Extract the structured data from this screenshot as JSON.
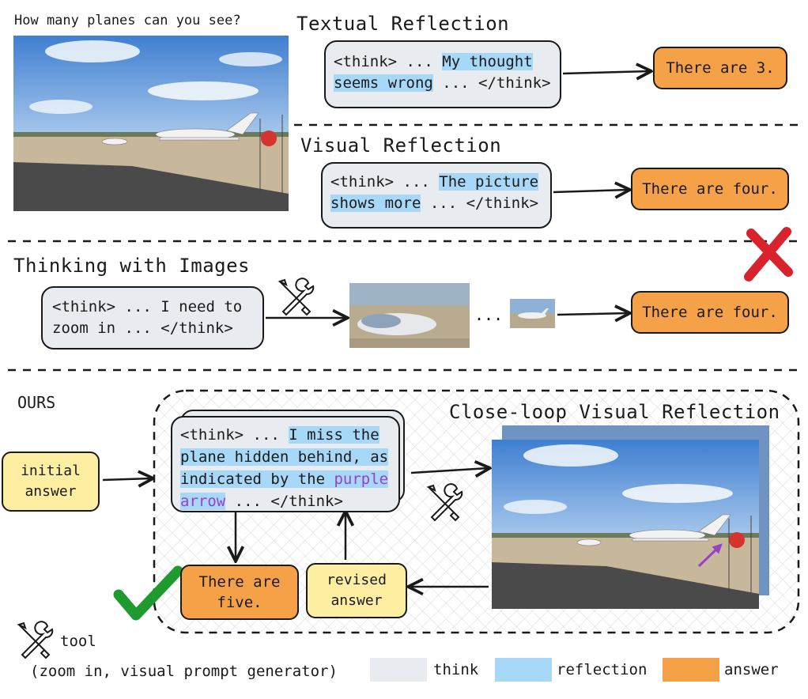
{
  "question": "How many planes can you see?",
  "textual": {
    "title": "Textual Reflection",
    "think_a": "<think> ... ",
    "think_hl": "My thought",
    "think_b_hl": "seems wrong",
    "think_c": " ... </think>",
    "answer": "There are 3."
  },
  "visual": {
    "title": "Visual Reflection",
    "think_a": "<think> ... ",
    "think_hl": "The picture",
    "think_b_hl": "shows more",
    "think_c": " ... </think>",
    "answer": "There are four."
  },
  "images": {
    "title": "Thinking with Images",
    "think_line1": "<think> ... I need  to",
    "think_line2": "zoom in ... </think>",
    "ellipsis": "...",
    "answer": "There are four."
  },
  "ours": {
    "label": "OURS",
    "loop_title": "Close-loop Visual Reflection",
    "initial_answer": "initial\nanswer",
    "think_a": "<think> ... ",
    "think_hl1": "I miss the",
    "think_hl2": "plane hidden behind, as",
    "think_hl3": "indicated by the ",
    "think_purple1": "purple",
    "think_purple2": "arrow",
    "think_end": " ... </think>",
    "final_answer": "There are\nfive.",
    "revised_answer": "revised\nanswer"
  },
  "legend": {
    "tool_label": "tool",
    "tool_desc": "(zoom in, visual prompt generator)",
    "think": "think",
    "reflection": "reflection",
    "answer": "answer",
    "colors": {
      "think": "#e8ebef",
      "reflection": "#a8d8f8",
      "answer": "#f5a148"
    }
  }
}
